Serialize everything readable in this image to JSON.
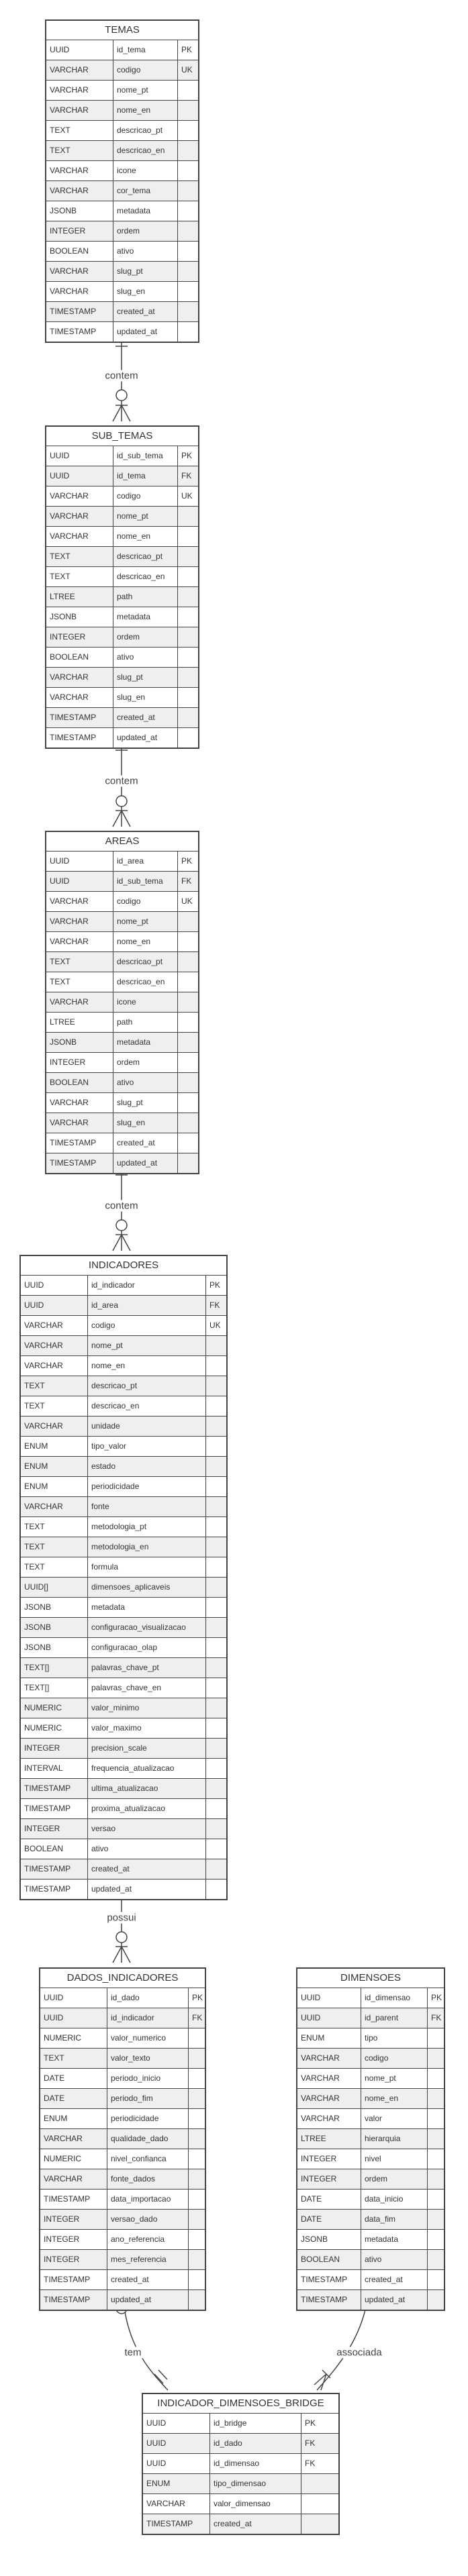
{
  "entities": {
    "temas": {
      "name": "TEMAS",
      "rows": [
        [
          "UUID",
          "id_tema",
          "PK"
        ],
        [
          "VARCHAR",
          "codigo",
          "UK"
        ],
        [
          "VARCHAR",
          "nome_pt",
          ""
        ],
        [
          "VARCHAR",
          "nome_en",
          ""
        ],
        [
          "TEXT",
          "descricao_pt",
          ""
        ],
        [
          "TEXT",
          "descricao_en",
          ""
        ],
        [
          "VARCHAR",
          "icone",
          ""
        ],
        [
          "VARCHAR",
          "cor_tema",
          ""
        ],
        [
          "JSONB",
          "metadata",
          ""
        ],
        [
          "INTEGER",
          "ordem",
          ""
        ],
        [
          "BOOLEAN",
          "ativo",
          ""
        ],
        [
          "VARCHAR",
          "slug_pt",
          ""
        ],
        [
          "VARCHAR",
          "slug_en",
          ""
        ],
        [
          "TIMESTAMP",
          "created_at",
          ""
        ],
        [
          "TIMESTAMP",
          "updated_at",
          ""
        ]
      ]
    },
    "sub_temas": {
      "name": "SUB_TEMAS",
      "rows": [
        [
          "UUID",
          "id_sub_tema",
          "PK"
        ],
        [
          "UUID",
          "id_tema",
          "FK"
        ],
        [
          "VARCHAR",
          "codigo",
          "UK"
        ],
        [
          "VARCHAR",
          "nome_pt",
          ""
        ],
        [
          "VARCHAR",
          "nome_en",
          ""
        ],
        [
          "TEXT",
          "descricao_pt",
          ""
        ],
        [
          "TEXT",
          "descricao_en",
          ""
        ],
        [
          "LTREE",
          "path",
          ""
        ],
        [
          "JSONB",
          "metadata",
          ""
        ],
        [
          "INTEGER",
          "ordem",
          ""
        ],
        [
          "BOOLEAN",
          "ativo",
          ""
        ],
        [
          "VARCHAR",
          "slug_pt",
          ""
        ],
        [
          "VARCHAR",
          "slug_en",
          ""
        ],
        [
          "TIMESTAMP",
          "created_at",
          ""
        ],
        [
          "TIMESTAMP",
          "updated_at",
          ""
        ]
      ]
    },
    "areas": {
      "name": "AREAS",
      "rows": [
        [
          "UUID",
          "id_area",
          "PK"
        ],
        [
          "UUID",
          "id_sub_tema",
          "FK"
        ],
        [
          "VARCHAR",
          "codigo",
          "UK"
        ],
        [
          "VARCHAR",
          "nome_pt",
          ""
        ],
        [
          "VARCHAR",
          "nome_en",
          ""
        ],
        [
          "TEXT",
          "descricao_pt",
          ""
        ],
        [
          "TEXT",
          "descricao_en",
          ""
        ],
        [
          "VARCHAR",
          "icone",
          ""
        ],
        [
          "LTREE",
          "path",
          ""
        ],
        [
          "JSONB",
          "metadata",
          ""
        ],
        [
          "INTEGER",
          "ordem",
          ""
        ],
        [
          "BOOLEAN",
          "ativo",
          ""
        ],
        [
          "VARCHAR",
          "slug_pt",
          ""
        ],
        [
          "VARCHAR",
          "slug_en",
          ""
        ],
        [
          "TIMESTAMP",
          "created_at",
          ""
        ],
        [
          "TIMESTAMP",
          "updated_at",
          ""
        ]
      ]
    },
    "indicadores": {
      "name": "INDICADORES",
      "rows": [
        [
          "UUID",
          "id_indicador",
          "PK"
        ],
        [
          "UUID",
          "id_area",
          "FK"
        ],
        [
          "VARCHAR",
          "codigo",
          "UK"
        ],
        [
          "VARCHAR",
          "nome_pt",
          ""
        ],
        [
          "VARCHAR",
          "nome_en",
          ""
        ],
        [
          "TEXT",
          "descricao_pt",
          ""
        ],
        [
          "TEXT",
          "descricao_en",
          ""
        ],
        [
          "VARCHAR",
          "unidade",
          ""
        ],
        [
          "ENUM",
          "tipo_valor",
          ""
        ],
        [
          "ENUM",
          "estado",
          ""
        ],
        [
          "ENUM",
          "periodicidade",
          ""
        ],
        [
          "VARCHAR",
          "fonte",
          ""
        ],
        [
          "TEXT",
          "metodologia_pt",
          ""
        ],
        [
          "TEXT",
          "metodologia_en",
          ""
        ],
        [
          "TEXT",
          "formula",
          ""
        ],
        [
          "UUID[]",
          "dimensoes_aplicaveis",
          ""
        ],
        [
          "JSONB",
          "metadata",
          ""
        ],
        [
          "JSONB",
          "configuracao_visualizacao",
          ""
        ],
        [
          "JSONB",
          "configuracao_olap",
          ""
        ],
        [
          "TEXT[]",
          "palavras_chave_pt",
          ""
        ],
        [
          "TEXT[]",
          "palavras_chave_en",
          ""
        ],
        [
          "NUMERIC",
          "valor_minimo",
          ""
        ],
        [
          "NUMERIC",
          "valor_maximo",
          ""
        ],
        [
          "INTEGER",
          "precision_scale",
          ""
        ],
        [
          "INTERVAL",
          "frequencia_atualizacao",
          ""
        ],
        [
          "TIMESTAMP",
          "ultima_atualizacao",
          ""
        ],
        [
          "TIMESTAMP",
          "proxima_atualizacao",
          ""
        ],
        [
          "INTEGER",
          "versao",
          ""
        ],
        [
          "BOOLEAN",
          "ativo",
          ""
        ],
        [
          "TIMESTAMP",
          "created_at",
          ""
        ],
        [
          "TIMESTAMP",
          "updated_at",
          ""
        ]
      ]
    },
    "dados_indicadores": {
      "name": "DADOS_INDICADORES",
      "rows": [
        [
          "UUID",
          "id_dado",
          "PK"
        ],
        [
          "UUID",
          "id_indicador",
          "FK"
        ],
        [
          "NUMERIC",
          "valor_numerico",
          ""
        ],
        [
          "TEXT",
          "valor_texto",
          ""
        ],
        [
          "DATE",
          "periodo_inicio",
          ""
        ],
        [
          "DATE",
          "periodo_fim",
          ""
        ],
        [
          "ENUM",
          "periodicidade",
          ""
        ],
        [
          "VARCHAR",
          "qualidade_dado",
          ""
        ],
        [
          "NUMERIC",
          "nivel_confianca",
          ""
        ],
        [
          "VARCHAR",
          "fonte_dados",
          ""
        ],
        [
          "TIMESTAMP",
          "data_importacao",
          ""
        ],
        [
          "INTEGER",
          "versao_dado",
          ""
        ],
        [
          "INTEGER",
          "ano_referencia",
          ""
        ],
        [
          "INTEGER",
          "mes_referencia",
          ""
        ],
        [
          "TIMESTAMP",
          "created_at",
          ""
        ],
        [
          "TIMESTAMP",
          "updated_at",
          ""
        ]
      ]
    },
    "dimensoes": {
      "name": "DIMENSOES",
      "rows": [
        [
          "UUID",
          "id_dimensao",
          "PK"
        ],
        [
          "UUID",
          "id_parent",
          "FK"
        ],
        [
          "ENUM",
          "tipo",
          ""
        ],
        [
          "VARCHAR",
          "codigo",
          ""
        ],
        [
          "VARCHAR",
          "nome_pt",
          ""
        ],
        [
          "VARCHAR",
          "nome_en",
          ""
        ],
        [
          "VARCHAR",
          "valor",
          ""
        ],
        [
          "LTREE",
          "hierarquia",
          ""
        ],
        [
          "INTEGER",
          "nivel",
          ""
        ],
        [
          "INTEGER",
          "ordem",
          ""
        ],
        [
          "DATE",
          "data_inicio",
          ""
        ],
        [
          "DATE",
          "data_fim",
          ""
        ],
        [
          "JSONB",
          "metadata",
          ""
        ],
        [
          "BOOLEAN",
          "ativo",
          ""
        ],
        [
          "TIMESTAMP",
          "created_at",
          ""
        ],
        [
          "TIMESTAMP",
          "updated_at",
          ""
        ]
      ]
    },
    "bridge": {
      "name": "INDICADOR_DIMENSOES_BRIDGE",
      "rows": [
        [
          "UUID",
          "id_bridge",
          "PK"
        ],
        [
          "UUID",
          "id_dado",
          "FK"
        ],
        [
          "UUID",
          "id_dimensao",
          "FK"
        ],
        [
          "ENUM",
          "tipo_dimensao",
          ""
        ],
        [
          "VARCHAR",
          "valor_dimensao",
          ""
        ],
        [
          "TIMESTAMP",
          "created_at",
          ""
        ]
      ]
    }
  },
  "relationships": {
    "temas_sub_temas": "contem",
    "sub_temas_areas": "contem",
    "areas_indicadores": "contem",
    "indicadores_dados": "possui",
    "dados_bridge": "tem",
    "dimensoes_bridge": "associada"
  },
  "colors": {
    "line": "#444444",
    "alt_row": "#efefef"
  }
}
